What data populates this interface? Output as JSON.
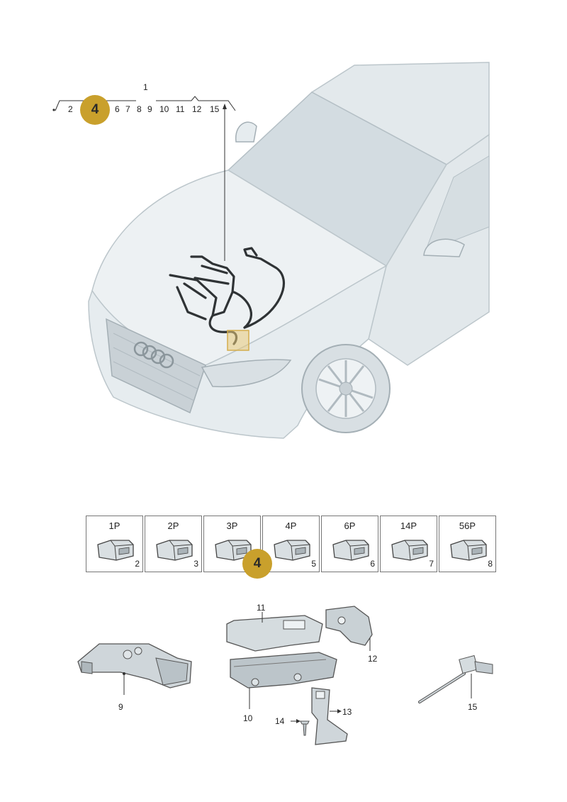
{
  "callout": {
    "group_label": "1",
    "items": [
      "2",
      "6",
      "7",
      "8",
      "9",
      "10",
      "11",
      "12",
      "15"
    ],
    "highlight_badge": "4"
  },
  "connectors": [
    {
      "pins": "1P",
      "num": "2"
    },
    {
      "pins": "2P",
      "num": "3"
    },
    {
      "pins": "3P",
      "num": "4"
    },
    {
      "pins": "4P",
      "num": "5"
    },
    {
      "pins": "6P",
      "num": "6"
    },
    {
      "pins": "14P",
      "num": "7"
    },
    {
      "pins": "56P",
      "num": "8"
    }
  ],
  "connector_badge": "4",
  "parts": {
    "p9": "9",
    "p10": "10",
    "p11": "11",
    "p12": "12",
    "p13": "13",
    "p14": "14",
    "p15": "15"
  },
  "colors": {
    "badge": "#c9a02c",
    "car_body": "#dfe6ea",
    "harness": "#333333"
  }
}
